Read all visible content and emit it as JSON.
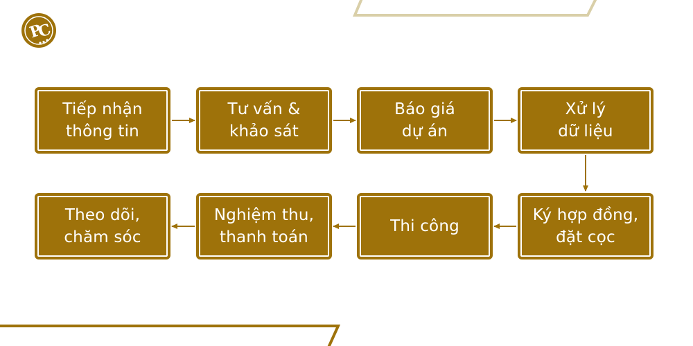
{
  "colors": {
    "accent": "#9e720a",
    "box_text": "#ffffff",
    "background": "#ffffff"
  },
  "logo": {
    "icon": "pc-logo-icon",
    "lettering": "PC"
  },
  "steps": [
    {
      "label": "Tiếp nhận\nthông tin"
    },
    {
      "label": "Tư vấn &\nkhảo sát"
    },
    {
      "label": "Báo giá\ndự án"
    },
    {
      "label": "Xử lý\ndữ liệu"
    },
    {
      "label": "Ký hợp đồng,\nđặt cọc"
    },
    {
      "label": "Thi công"
    },
    {
      "label": "Nghiệm thu,\nthanh toán"
    },
    {
      "label": "Theo dõi,\nchăm sóc"
    }
  ]
}
